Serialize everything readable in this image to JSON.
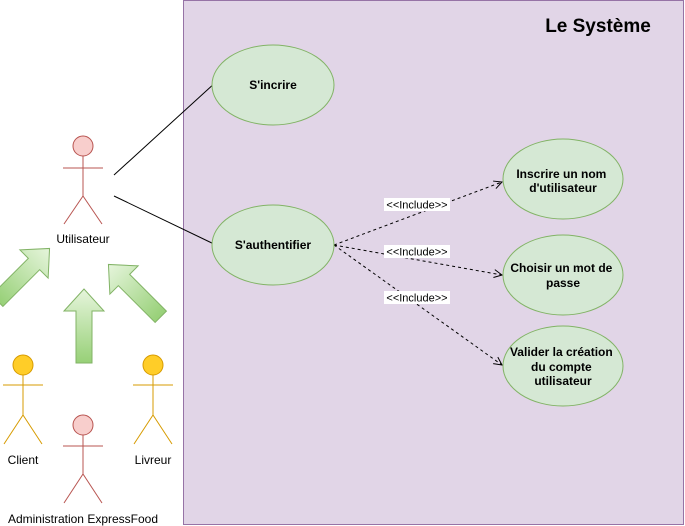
{
  "system": {
    "title": "Le Système"
  },
  "actors": {
    "utilisateur": "Utilisateur",
    "client": "Client",
    "livreur": "Livreur",
    "administration": "Administration ExpressFood"
  },
  "use_cases": {
    "sinscrire": "S'incrire",
    "sauthentifier": "S'authentifier",
    "inscrire_nom": [
      "Inscrire un nom",
      "d'utilisateur"
    ],
    "choisir_mdp": [
      "Choisir un mot de",
      "passe"
    ],
    "valider_creation": [
      "Valider la création",
      "du compte",
      "utilisateur"
    ]
  },
  "relations": {
    "include_label": "<<Include>>"
  },
  "colors": {
    "system_fill": "#e1d5e7",
    "system_stroke": "#9673a6",
    "usecase_fill": "#d5e8d4",
    "usecase_stroke": "#82b366",
    "actor_red_fill": "#f8cecc",
    "actor_red_stroke": "#b85450",
    "actor_orange_fill": "#ffcd28",
    "actor_orange_stroke": "#d79b00",
    "arrow_fill": "#b9e0a5"
  }
}
